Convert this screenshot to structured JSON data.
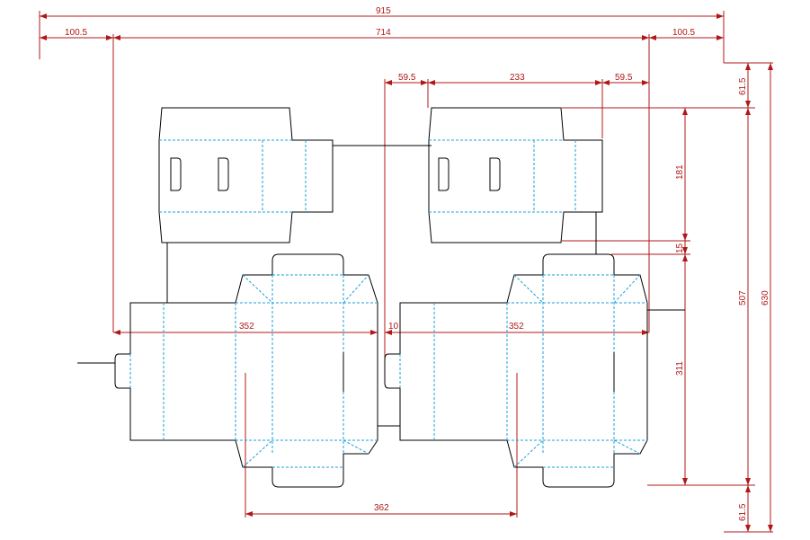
{
  "drawing": {
    "colors": {
      "cut_line": "#000000",
      "fold_line": "#1ea0d8",
      "dimension": "#b01818",
      "background": "#ffffff"
    },
    "dimensions": {
      "overall_width": "915",
      "left_margin": "100.5",
      "inner_width": "714",
      "right_margin": "100.5",
      "lid_gap": "59.5",
      "lid_width": "233",
      "lid_gap_right": "59.5",
      "top_margin": "61.5",
      "lid_height": "181",
      "lid_spacing": "15",
      "box_height": "311",
      "inner_height": "507",
      "overall_height": "630",
      "bottom_margin": "61.5",
      "body_length": "352",
      "body_gap": "10",
      "body_length_right": "352",
      "bottom_width": "362"
    }
  }
}
